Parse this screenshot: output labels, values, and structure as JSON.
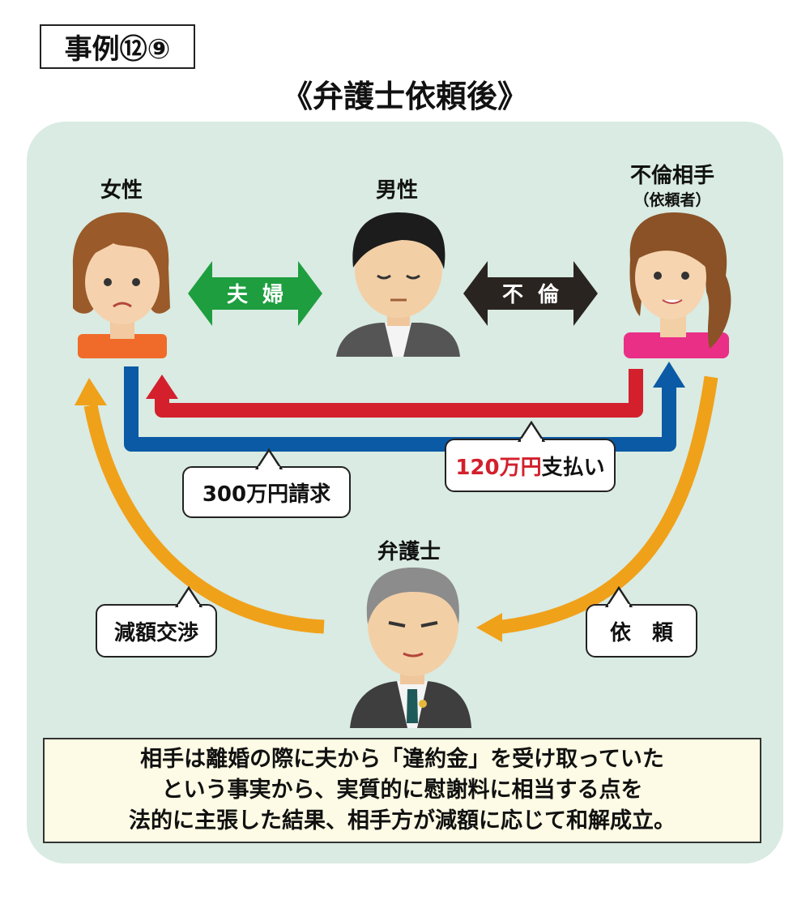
{
  "case_label": "事例⑫⑨",
  "title": "《弁護士依頼後》",
  "people": {
    "woman": "女性",
    "man": "男性",
    "partner": "不倫相手",
    "partner_sub": "（依頼者）",
    "lawyer": "弁護士"
  },
  "relations": {
    "married": "夫婦",
    "affair": "不倫"
  },
  "callouts": {
    "claim_amount": "300万",
    "claim_rest": "円請求",
    "payment_amount": "120万円",
    "payment_rest": "支払い",
    "negotiation": "減額交渉",
    "request": "依　頼"
  },
  "note_lines": [
    "相手は離婚の際に夫から「違約金」を受け取っていた",
    "という事実から、実質的に慰謝料に相当する点を",
    "法的に主張した結果、相手方が減額に応じて和解成立。"
  ],
  "colors": {
    "panel": "#d9ebe2",
    "married_arrow": "#1e9e3f",
    "affair_arrow": "#2a2421",
    "red_line": "#d3202c",
    "blue_line": "#0b5aa6",
    "orange_line": "#f0a11a"
  }
}
